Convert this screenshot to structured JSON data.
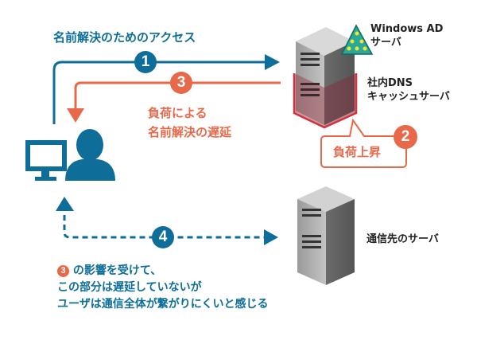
{
  "colors": {
    "blue": "#0e6e99",
    "orange": "#e8694a",
    "text_dark": "#222222",
    "ad_badge": "#2aa89a",
    "ad_nodes": "#f3e52b"
  },
  "steps": {
    "step1": {
      "number": "1",
      "label": "名前解決のためのアクセス"
    },
    "step2": {
      "number": "2",
      "label": "負荷上昇"
    },
    "step3": {
      "number": "3",
      "label_line1": "負荷による",
      "label_line2": "名前解決の遅延"
    },
    "step4": {
      "number": "4"
    }
  },
  "servers": {
    "ad": {
      "line1": "Windows AD",
      "line2": "サーバ"
    },
    "dns": {
      "line1": "社内DNS",
      "line2": "キャッシュサーバ"
    },
    "dest": {
      "label": "通信先のサーバ"
    }
  },
  "footnote": {
    "ref_number": "3",
    "line1": "の影響を受けて、",
    "line2": "この部分は遅延していないが",
    "line3": "ユーザは通信全体が繋がりにくいと感じる"
  },
  "icons": {
    "client": "monitor-and-user-icon",
    "server": "server-rack-icon",
    "ad": "active-directory-tree-icon"
  }
}
